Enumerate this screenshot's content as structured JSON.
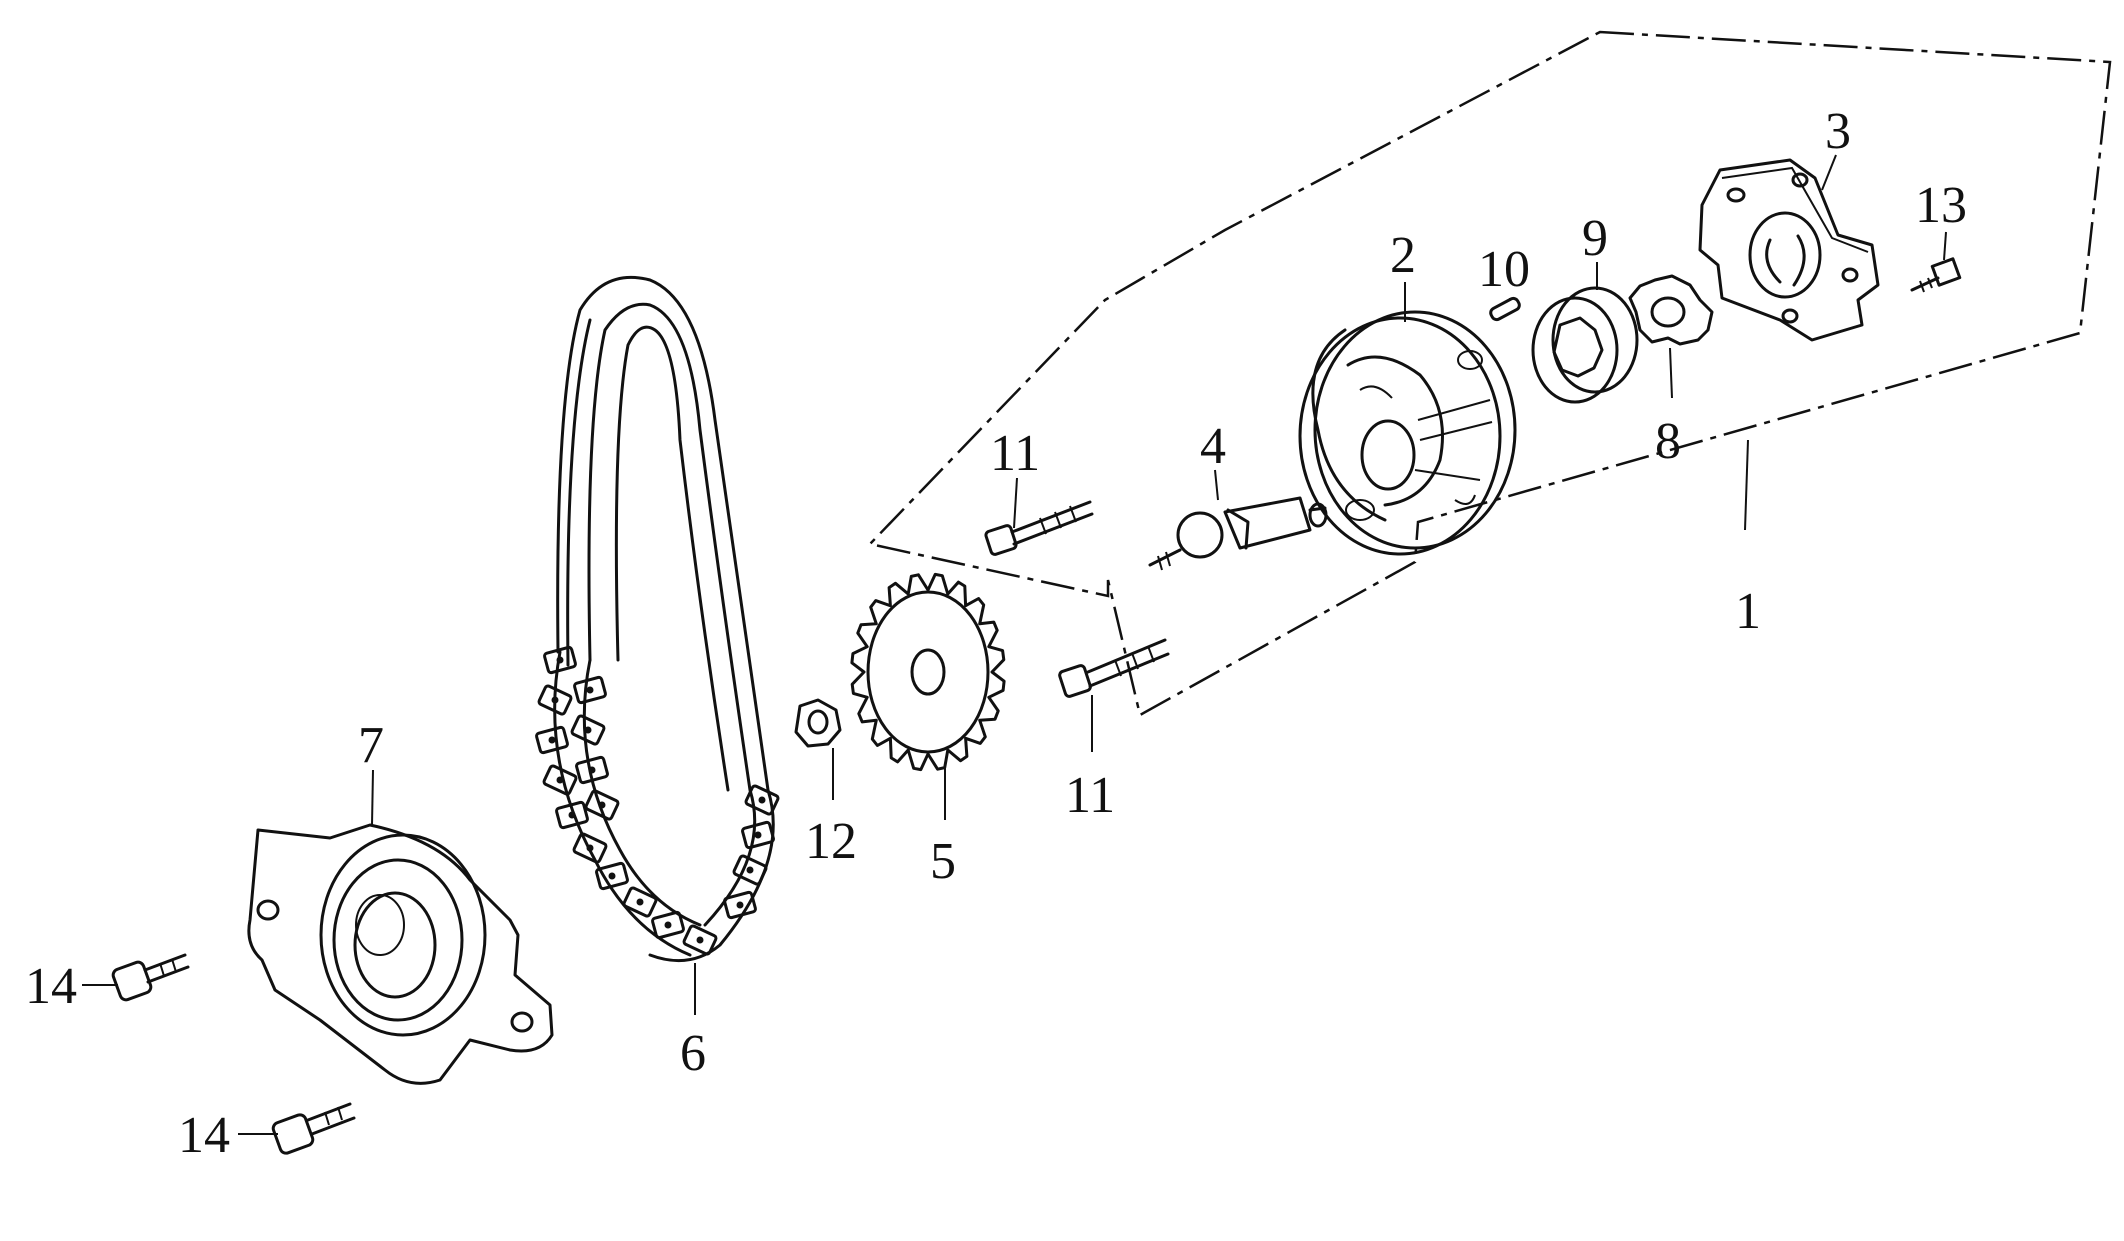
{
  "callouts": [
    {
      "id": "c1",
      "text": "1"
    },
    {
      "id": "c2",
      "text": "2"
    },
    {
      "id": "c3",
      "text": "3"
    },
    {
      "id": "c4",
      "text": "4"
    },
    {
      "id": "c5",
      "text": "5"
    },
    {
      "id": "c6",
      "text": "6"
    },
    {
      "id": "c7",
      "text": "7"
    },
    {
      "id": "c8",
      "text": "8"
    },
    {
      "id": "c9",
      "text": "9"
    },
    {
      "id": "c10",
      "text": "10"
    },
    {
      "id": "c11a",
      "text": "11"
    },
    {
      "id": "c11b",
      "text": "11"
    },
    {
      "id": "c12",
      "text": "12"
    },
    {
      "id": "c13",
      "text": "13"
    },
    {
      "id": "c14a",
      "text": "14"
    },
    {
      "id": "c14b",
      "text": "14"
    }
  ],
  "colors": {
    "ink": "#111111",
    "background": "#ffffff"
  }
}
